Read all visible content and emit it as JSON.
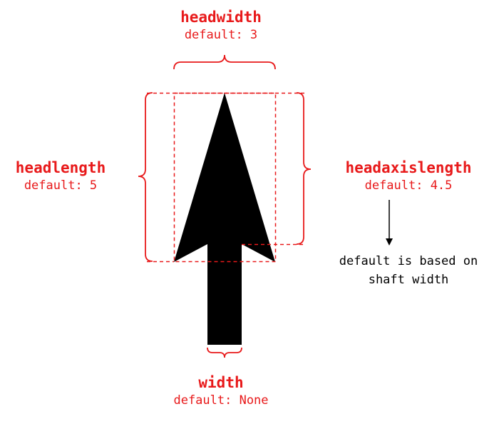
{
  "colors": {
    "accent": "#e8191a",
    "arrow": "#000000",
    "note": "#000000",
    "background": "#ffffff"
  },
  "labels": {
    "headwidth": {
      "name": "headwidth",
      "default": "default: 3"
    },
    "headlength": {
      "name": "headlength",
      "default": "default: 5"
    },
    "headaxislength": {
      "name": "headaxislength",
      "default": "default: 4.5"
    },
    "width": {
      "name": "width",
      "default": "default: None"
    }
  },
  "note": {
    "line1": "default is based on",
    "line2": "shaft width"
  }
}
